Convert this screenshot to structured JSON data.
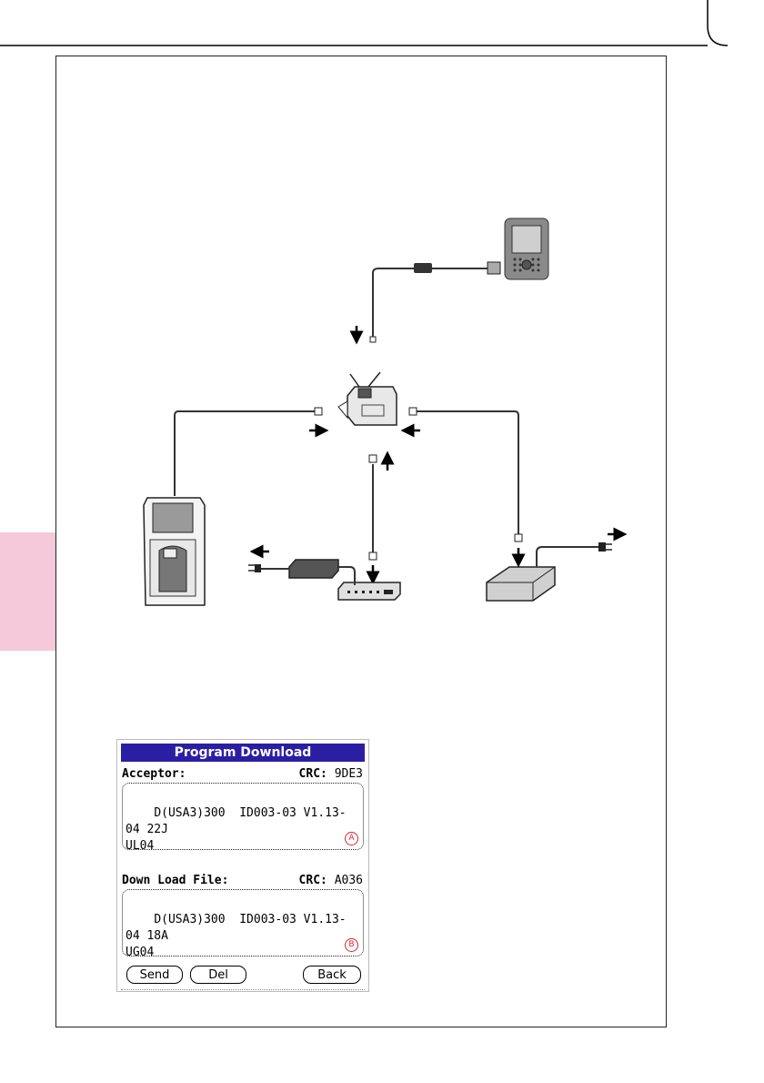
{
  "pda_screen": {
    "title": "Program Download",
    "acceptor_label": "Acceptor:",
    "acceptor_crc_label": "CRC:",
    "acceptor_crc_value": "9DE3",
    "acceptor_text": "D(USA3)300  ID003-03 V1.13-04 22J\nUL04",
    "acceptor_marker": "A",
    "download_label": "Down Load  File:",
    "download_crc_label": "CRC:",
    "download_crc_value": "A036",
    "download_text": "D(USA3)300  ID003-03 V1.13-04 18A\nUG04",
    "download_marker": "B",
    "buttons": {
      "send": "Send",
      "del": "Del",
      "back": "Back"
    }
  },
  "colors": {
    "titlebar_bg": "#2a1fa3",
    "side_tab": "#f5c9d9",
    "marker": "#dd2233"
  },
  "diagram_devices": [
    "pda-icon",
    "bill-acceptor-icon",
    "kiosk-icon",
    "power-adapter-icon",
    "hub-icon",
    "power-supply-icon"
  ]
}
